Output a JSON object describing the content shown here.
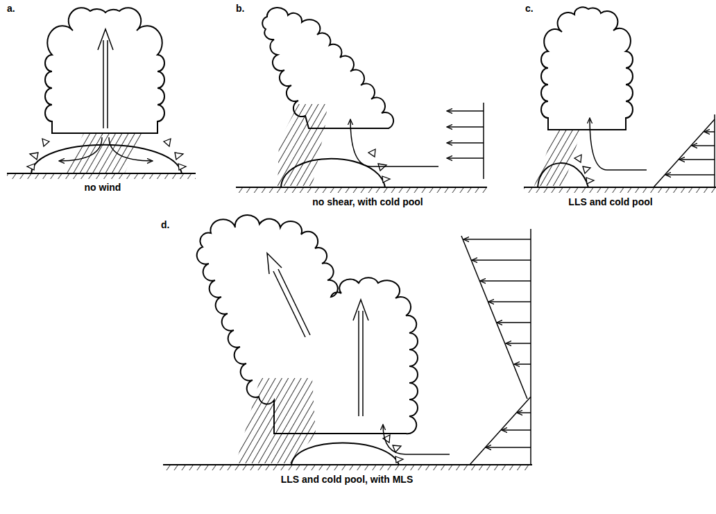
{
  "diagram": {
    "labels": [
      "a.",
      "b.",
      "c.",
      "no wind",
      "no shear, with cold pool",
      "LLS and cold pool",
      "d.",
      "LLS and cold pool, with MLS"
    ]
  }
}
